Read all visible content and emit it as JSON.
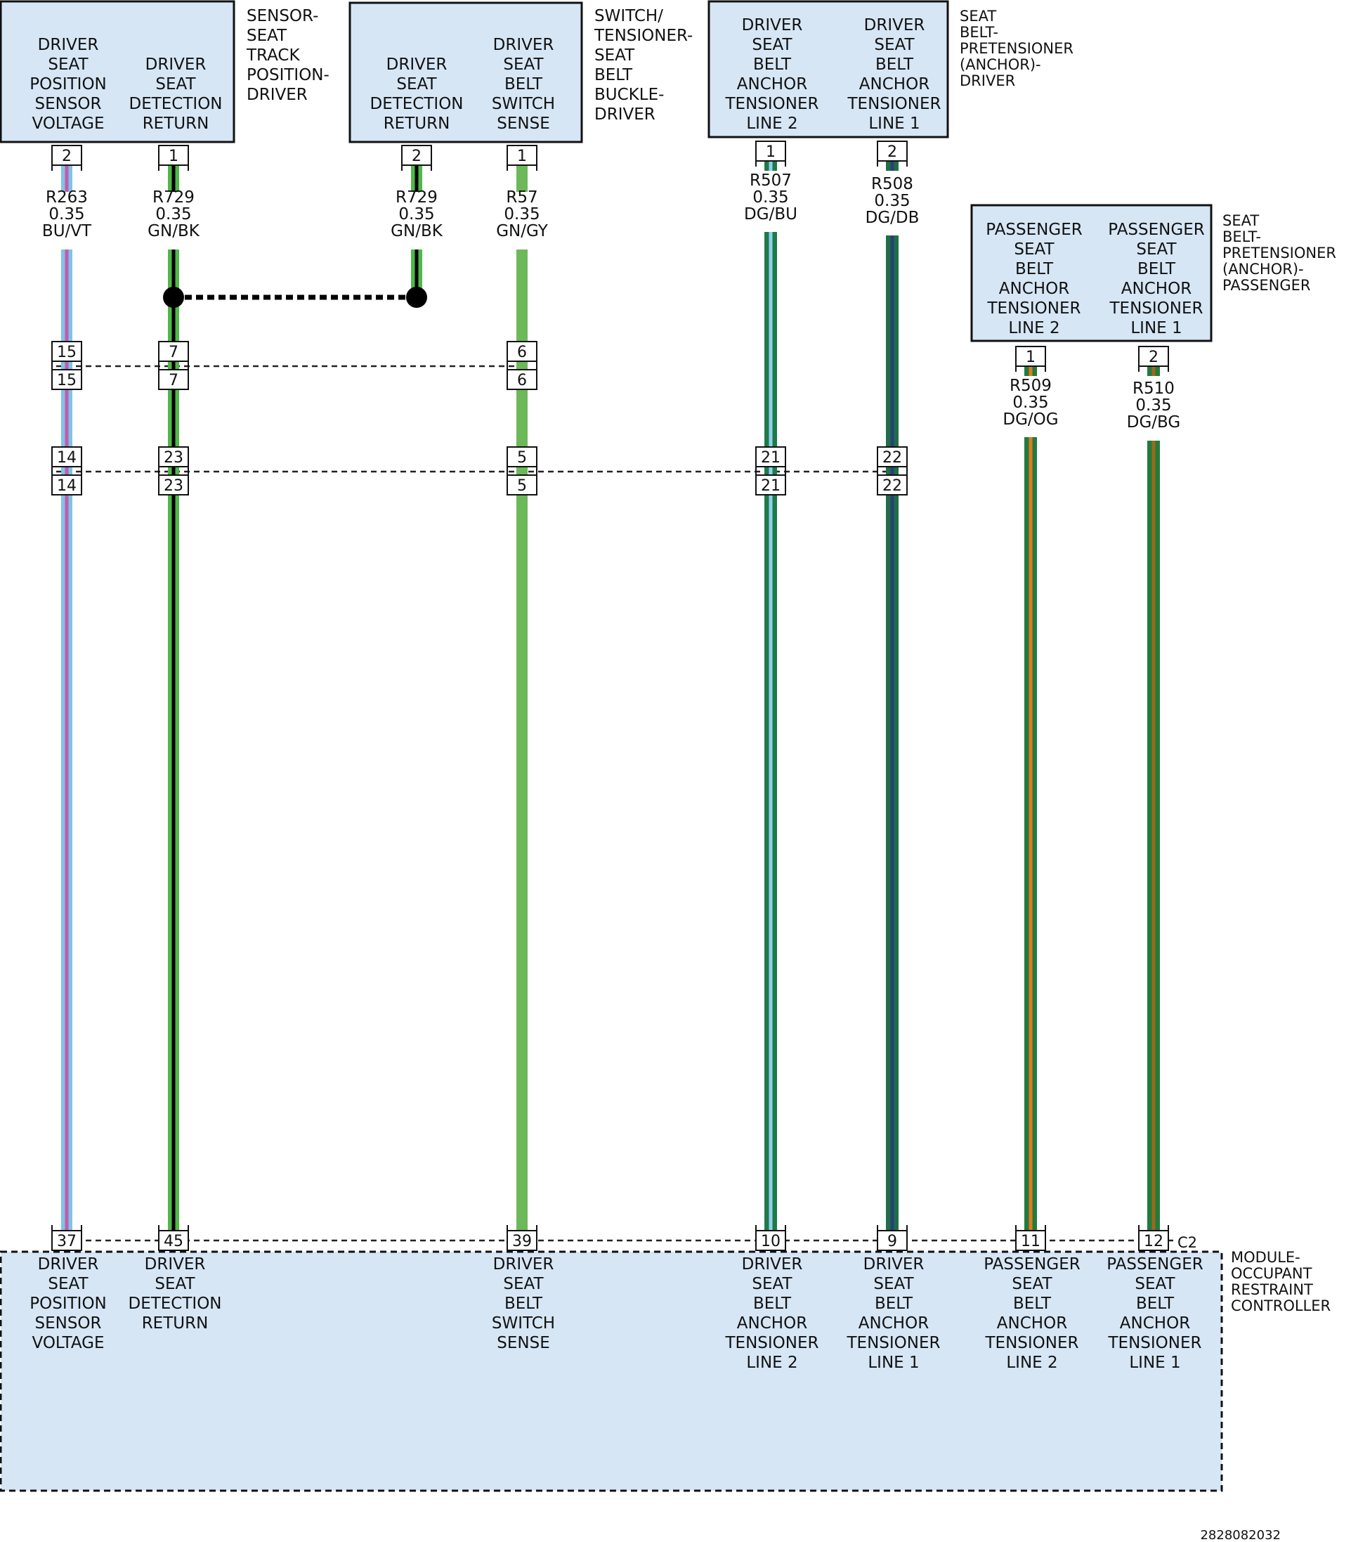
{
  "components": {
    "sensor_seat_track": {
      "name": [
        "SENSOR-",
        "SEAT",
        "TRACK",
        "POSITION-",
        "DRIVER"
      ],
      "col_a": [
        "DRIVER",
        "SEAT",
        "POSITION",
        "SENSOR",
        "VOLTAGE"
      ],
      "col_b": [
        "DRIVER",
        "SEAT",
        "DETECTION",
        "RETURN"
      ],
      "pin_a": "2",
      "pin_b": "1"
    },
    "switch_tensioner": {
      "name": [
        "SWITCH/",
        "TENSIONER-",
        "SEAT",
        "BELT",
        "BUCKLE-",
        "DRIVER"
      ],
      "col_a": [
        "DRIVER",
        "SEAT",
        "DETECTION",
        "RETURN"
      ],
      "col_b": [
        "DRIVER",
        "SEAT",
        "BELT",
        "SWITCH",
        "SENSE"
      ],
      "pin_a": "2",
      "pin_b": "1"
    },
    "pretensioner_driver": {
      "name": [
        "SEAT",
        "BELT-",
        "PRETENSIONER",
        "(ANCHOR)-",
        "DRIVER"
      ],
      "col_a": [
        "DRIVER",
        "SEAT",
        "BELT",
        "ANCHOR",
        "TENSIONER",
        "LINE 2"
      ],
      "col_b": [
        "DRIVER",
        "SEAT",
        "BELT",
        "ANCHOR",
        "TENSIONER",
        "LINE 1"
      ],
      "pin_a": "1",
      "pin_b": "2"
    },
    "pretensioner_passenger": {
      "name": [
        "SEAT",
        "BELT-",
        "PRETENSIONER",
        "(ANCHOR)-",
        "PASSENGER"
      ],
      "col_a": [
        "PASSENGER",
        "SEAT",
        "BELT",
        "ANCHOR",
        "TENSIONER",
        "LINE 2"
      ],
      "col_b": [
        "PASSENGER",
        "SEAT",
        "BELT",
        "ANCHOR",
        "TENSIONER",
        "LINE 1"
      ],
      "pin_a": "1",
      "pin_b": "2"
    },
    "module": {
      "name": [
        "MODULE-",
        "OCCUPANT",
        "RESTRAINT",
        "CONTROLLER"
      ],
      "connector": "C2",
      "terminals": [
        {
          "pin": "37",
          "label": [
            "DRIVER",
            "SEAT",
            "POSITION",
            "SENSOR",
            "VOLTAGE"
          ]
        },
        {
          "pin": "45",
          "label": [
            "DRIVER",
            "SEAT",
            "DETECTION",
            "RETURN"
          ]
        },
        {
          "pin": "39",
          "label": [
            "DRIVER",
            "SEAT",
            "BELT",
            "SWITCH",
            "SENSE"
          ]
        },
        {
          "pin": "10",
          "label": [
            "DRIVER",
            "SEAT",
            "BELT",
            "ANCHOR",
            "TENSIONER",
            "LINE 2"
          ]
        },
        {
          "pin": "9",
          "label": [
            "DRIVER",
            "SEAT",
            "BELT",
            "ANCHOR",
            "TENSIONER",
            "LINE 1"
          ]
        },
        {
          "pin": "11",
          "label": [
            "PASSENGER",
            "SEAT",
            "BELT",
            "ANCHOR",
            "TENSIONER",
            "LINE 2"
          ]
        },
        {
          "pin": "12",
          "label": [
            "PASSENGER",
            "SEAT",
            "BELT",
            "ANCHOR",
            "TENSIONER",
            "LINE 1"
          ]
        }
      ]
    }
  },
  "wires": [
    {
      "circuit": "R263",
      "gauge": "0.35",
      "color_code": "BU/VT",
      "base": "#7dc4e8",
      "stripe": "#c65aa8"
    },
    {
      "circuit": "R729",
      "gauge": "0.35",
      "color_code": "GN/BK",
      "base": "#4fb848",
      "stripe": "#000000"
    },
    {
      "circuit": "R729",
      "gauge": "0.35",
      "color_code": "GN/BK",
      "base": "#4fb848",
      "stripe": "#000000"
    },
    {
      "circuit": "R57",
      "gauge": "0.35",
      "color_code": "GN/GY",
      "base": "#6db85a",
      "stripe": "#6db85a"
    },
    {
      "circuit": "R507",
      "gauge": "0.35",
      "color_code": "DG/BU",
      "base": "#1f7a4a",
      "stripe": "#8fd0ee"
    },
    {
      "circuit": "R508",
      "gauge": "0.35",
      "color_code": "DG/DB",
      "base": "#1f6e46",
      "stripe": "#27407a"
    },
    {
      "circuit": "R509",
      "gauge": "0.35",
      "color_code": "DG/OG",
      "base": "#237a3e",
      "stripe": "#e07a1c"
    },
    {
      "circuit": "R510",
      "gauge": "0.35",
      "color_code": "DG/BG",
      "base": "#237a3e",
      "stripe": "#9a6a1a"
    }
  ],
  "inline_connectors": {
    "upper": {
      "pins": [
        "15",
        "7",
        "6"
      ]
    },
    "lower": {
      "pins": [
        "14",
        "23",
        "5",
        "21",
        "22"
      ]
    }
  },
  "footer": {
    "reference": "2828082032"
  },
  "colors": {
    "box_fill": "#d6e6f5",
    "box_stroke": "#111111"
  }
}
